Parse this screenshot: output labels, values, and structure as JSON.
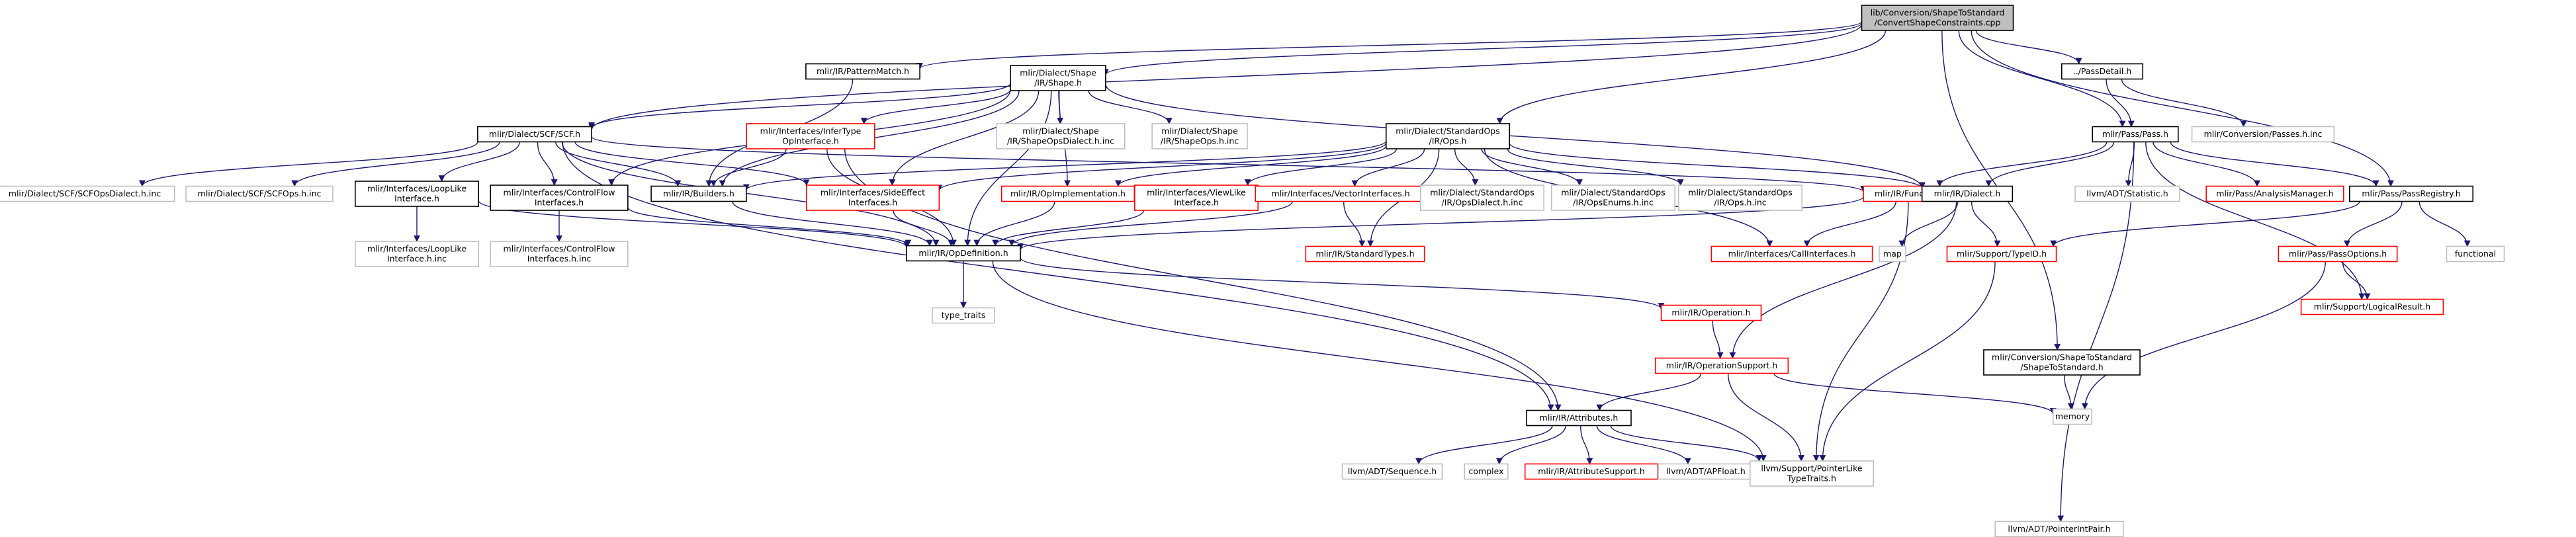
{
  "colors": {
    "edge_navy": "#191970",
    "edge_dark_red": "#8b1a1a",
    "edge_dark_green": "#006400",
    "border_black": "#000000",
    "border_red": "#ff0000",
    "border_gray": "#bfbfbf",
    "root_fill": "#bfbfbf"
  },
  "nodes": [
    {
      "id": "root",
      "lines": [
        "lib/Conversion/ShapeToStandard",
        "/ConvertShapeConstraints.cpp"
      ],
      "style": "root"
    },
    {
      "id": "patternmatch",
      "lines": [
        "mlir/IR/PatternMatch.h"
      ],
      "style": "black"
    },
    {
      "id": "shape",
      "lines": [
        "mlir/Dialect/Shape",
        "/IR/Shape.h"
      ],
      "style": "black"
    },
    {
      "id": "passdetail",
      "lines": [
        "../PassDetail.h"
      ],
      "style": "black"
    },
    {
      "id": "scf",
      "lines": [
        "mlir/Dialect/SCF/SCF.h"
      ],
      "style": "black"
    },
    {
      "id": "infertype",
      "lines": [
        "mlir/Interfaces/InferType",
        "OpInterface.h"
      ],
      "style": "red"
    },
    {
      "id": "shapeopsdialect",
      "lines": [
        "mlir/Dialect/Shape",
        "/IR/ShapeOpsDialect.h.inc"
      ],
      "style": "gray"
    },
    {
      "id": "shapeops",
      "lines": [
        "mlir/Dialect/Shape",
        "/IR/ShapeOps.h.inc"
      ],
      "style": "gray"
    },
    {
      "id": "stdops",
      "lines": [
        "mlir/Dialect/StandardOps",
        "/IR/Ops.h"
      ],
      "style": "black"
    },
    {
      "id": "passh",
      "lines": [
        "mlir/Pass/Pass.h"
      ],
      "style": "black"
    },
    {
      "id": "passesinc",
      "lines": [
        "mlir/Conversion/Passes.h.inc"
      ],
      "style": "gray"
    },
    {
      "id": "scfopsdialect",
      "lines": [
        "mlir/Dialect/SCF/SCFOpsDialect.h.inc"
      ],
      "style": "gray"
    },
    {
      "id": "scfops",
      "lines": [
        "mlir/Dialect/SCF/SCFOps.h.inc"
      ],
      "style": "gray"
    },
    {
      "id": "looplike",
      "lines": [
        "mlir/Interfaces/LoopLike",
        "Interface.h"
      ],
      "style": "black"
    },
    {
      "id": "controlflow",
      "lines": [
        "mlir/Interfaces/ControlFlow",
        "Interfaces.h"
      ],
      "style": "black"
    },
    {
      "id": "builders",
      "lines": [
        "mlir/IR/Builders.h"
      ],
      "style": "black"
    },
    {
      "id": "sideeffect",
      "lines": [
        "mlir/Interfaces/SideEffect",
        "Interfaces.h"
      ],
      "style": "red"
    },
    {
      "id": "opimpl",
      "lines": [
        "mlir/IR/OpImplementation.h"
      ],
      "style": "red"
    },
    {
      "id": "viewlike",
      "lines": [
        "mlir/Interfaces/ViewLike",
        "Interface.h"
      ],
      "style": "red"
    },
    {
      "id": "vectorinterfaces",
      "lines": [
        "mlir/Interfaces/VectorInterfaces.h"
      ],
      "style": "red"
    },
    {
      "id": "opsdialectinc",
      "lines": [
        "mlir/Dialect/StandardOps",
        "/IR/OpsDialect.h.inc"
      ],
      "style": "gray"
    },
    {
      "id": "opsenumsinc",
      "lines": [
        "mlir/Dialect/StandardOps",
        "/IR/OpsEnums.h.inc"
      ],
      "style": "gray"
    },
    {
      "id": "opshinc",
      "lines": [
        "mlir/Dialect/StandardOps",
        "/IR/Ops.h.inc"
      ],
      "style": "gray"
    },
    {
      "id": "function",
      "lines": [
        "mlir/IR/Function.h"
      ],
      "style": "red"
    },
    {
      "id": "dialect",
      "lines": [
        "mlir/IR/Dialect.h"
      ],
      "style": "black"
    },
    {
      "id": "statistic",
      "lines": [
        "llvm/ADT/Statistic.h"
      ],
      "style": "gray"
    },
    {
      "id": "analysismanager",
      "lines": [
        "mlir/Pass/AnalysisManager.h"
      ],
      "style": "red"
    },
    {
      "id": "passregistry",
      "lines": [
        "mlir/Pass/PassRegistry.h"
      ],
      "style": "black"
    },
    {
      "id": "looplikeinc",
      "lines": [
        "mlir/Interfaces/LoopLike",
        "Interface.h.inc"
      ],
      "style": "gray"
    },
    {
      "id": "controlflowinc",
      "lines": [
        "mlir/Interfaces/ControlFlow",
        "Interfaces.h.inc"
      ],
      "style": "gray"
    },
    {
      "id": "opdefinition",
      "lines": [
        "mlir/IR/OpDefinition.h"
      ],
      "style": "black"
    },
    {
      "id": "standardtypes",
      "lines": [
        "mlir/IR/StandardTypes.h"
      ],
      "style": "red"
    },
    {
      "id": "callinterfaces",
      "lines": [
        "mlir/Interfaces/CallInterfaces.h"
      ],
      "style": "red"
    },
    {
      "id": "map",
      "lines": [
        "map"
      ],
      "style": "gray"
    },
    {
      "id": "typeid",
      "lines": [
        "mlir/Support/TypeID.h"
      ],
      "style": "red"
    },
    {
      "id": "passoptions",
      "lines": [
        "mlir/Pass/PassOptions.h"
      ],
      "style": "red"
    },
    {
      "id": "functional",
      "lines": [
        "functional"
      ],
      "style": "gray"
    },
    {
      "id": "logicalresult",
      "lines": [
        "mlir/Support/LogicalResult.h"
      ],
      "style": "red"
    },
    {
      "id": "typetraits",
      "lines": [
        "type_traits"
      ],
      "style": "gray"
    },
    {
      "id": "operation",
      "lines": [
        "mlir/IR/Operation.h"
      ],
      "style": "red"
    },
    {
      "id": "shapetostandard",
      "lines": [
        "mlir/Conversion/ShapeToStandard",
        "/ShapeToStandard.h"
      ],
      "style": "black"
    },
    {
      "id": "operationsupport",
      "lines": [
        "mlir/IR/OperationSupport.h"
      ],
      "style": "red"
    },
    {
      "id": "memory",
      "lines": [
        "memory"
      ],
      "style": "gray"
    },
    {
      "id": "attributes",
      "lines": [
        "mlir/IR/Attributes.h"
      ],
      "style": "black"
    },
    {
      "id": "sequence",
      "lines": [
        "llvm/ADT/Sequence.h"
      ],
      "style": "gray"
    },
    {
      "id": "complex",
      "lines": [
        "complex"
      ],
      "style": "gray"
    },
    {
      "id": "attributesupport",
      "lines": [
        "mlir/IR/AttributeSupport.h"
      ],
      "style": "red"
    },
    {
      "id": "apfloat",
      "lines": [
        "llvm/ADT/APFloat.h"
      ],
      "style": "gray"
    },
    {
      "id": "pointerlike",
      "lines": [
        "llvm/Support/PointerLike",
        "TypeTraits.h"
      ],
      "style": "gray"
    },
    {
      "id": "pointerintpair",
      "lines": [
        "llvm/ADT/PointerIntPair.h"
      ],
      "style": "gray"
    }
  ]
}
